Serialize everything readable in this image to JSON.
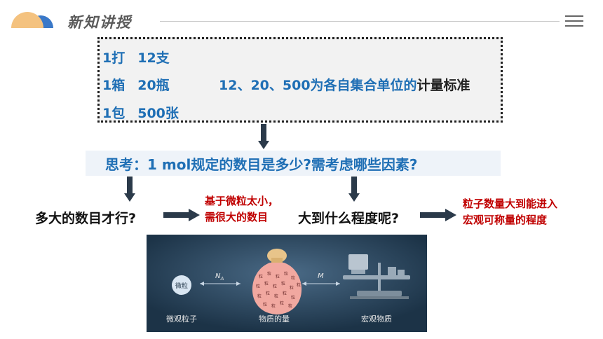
{
  "header": {
    "title": "新知讲授",
    "menu_icon": "hamburger-menu-icon"
  },
  "box": {
    "line1": {
      "a": "1打",
      "b": "12支"
    },
    "line2": {
      "a": "1箱",
      "b": "20瓶",
      "note_blue": "12、20、500为各自集合单位的",
      "note_black": "计量标准"
    },
    "line3": {
      "a": "1包",
      "b": "500张"
    }
  },
  "think": "思考：1 mol规定的数目是多少?需考虑哪些因素?",
  "question1": "多大的数目才行?",
  "answer1": [
    "基于微粒太小，",
    "需很大的数目"
  ],
  "question2": "大到什么程度呢?",
  "answer2": [
    "粒子数量大到能进入",
    "宏观可称量的程度"
  ],
  "figure": {
    "particle": "微粒",
    "na": "N",
    "na_sub": "A",
    "m": "M",
    "label_left": "微观粒子",
    "label_mid": "物质的量",
    "label_right": "宏观物质"
  },
  "colors": {
    "blue": "#1f6fb5",
    "red": "#c00000",
    "logo_orange": "#f4c27f",
    "logo_blue": "#3a78c8"
  }
}
